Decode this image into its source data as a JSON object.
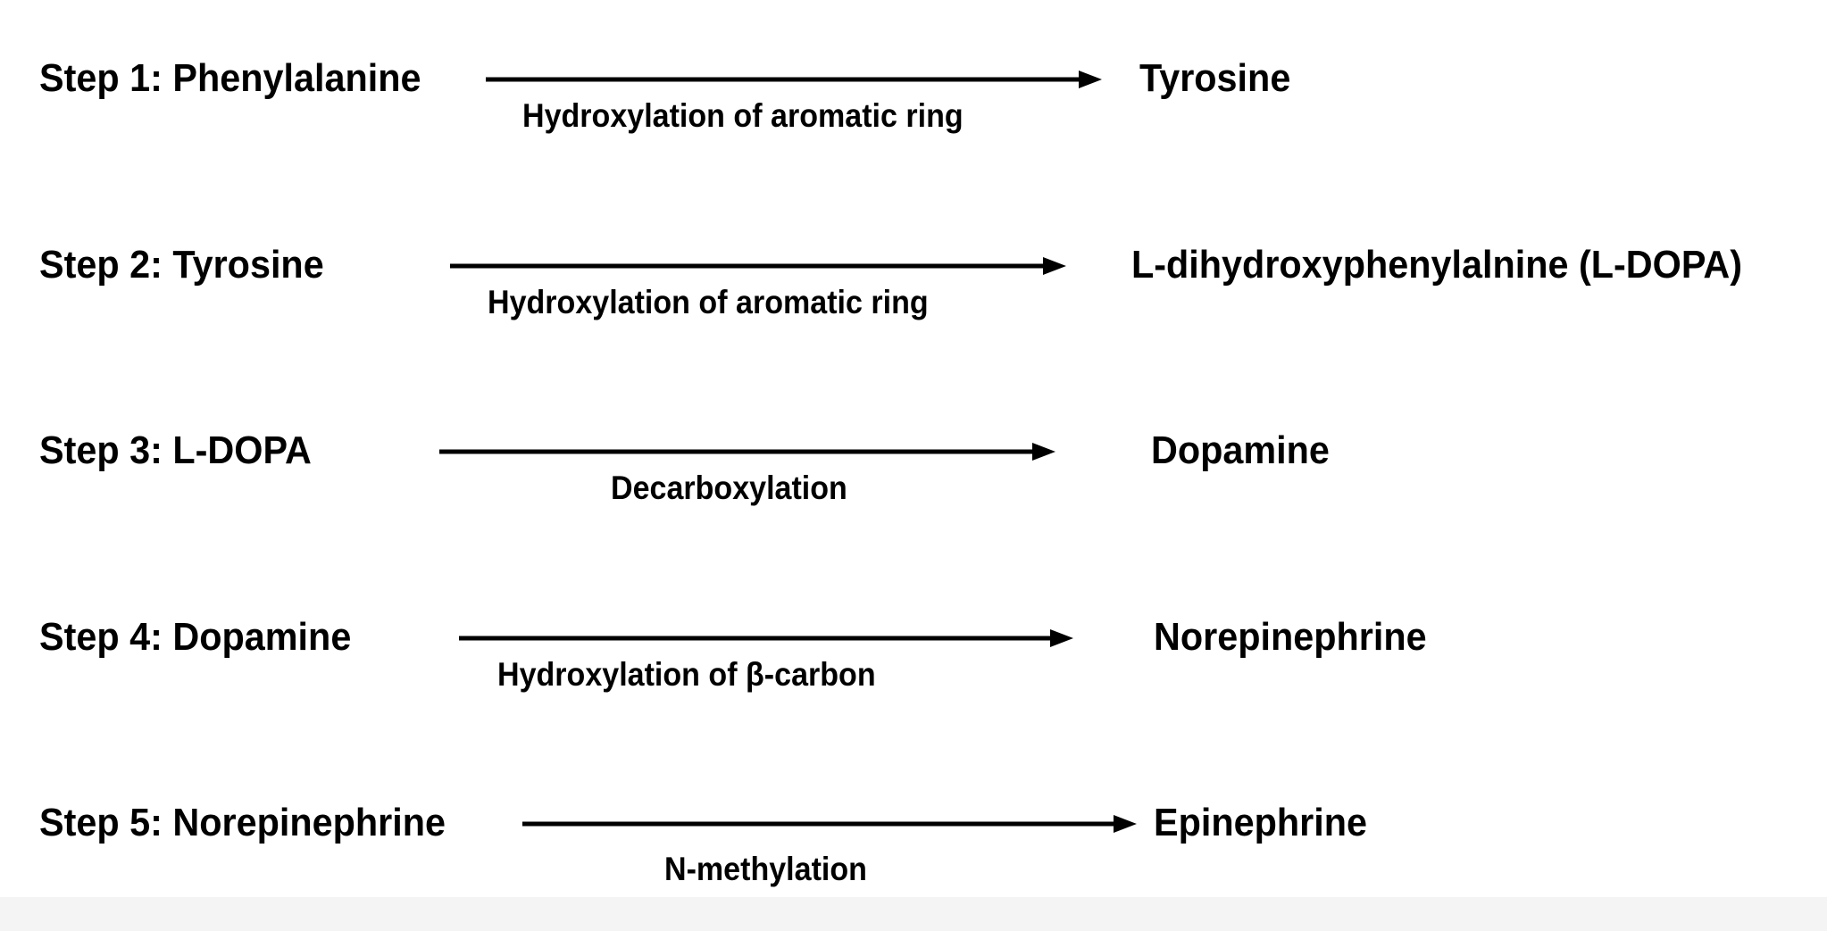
{
  "colors": {
    "text": "#000000",
    "arrow": "#000000",
    "background": "#ffffff"
  },
  "steps": [
    {
      "label": "Step 1: Phenylalanine",
      "reaction": "Hydroxylation of aromatic ring",
      "product": "Tyrosine"
    },
    {
      "label": "Step 2: Tyrosine",
      "reaction": "Hydroxylation of aromatic ring",
      "product": "L-dihydroxyphenylalnine (L-DOPA)"
    },
    {
      "label": "Step 3: L-DOPA",
      "reaction": "Decarboxylation",
      "product": "Dopamine"
    },
    {
      "label": "Step 4: Dopamine",
      "reaction": "Hydroxylation of β-carbon",
      "product": "Norepinephrine"
    },
    {
      "label": "Step 5: Norepinephrine",
      "reaction": "N-methylation",
      "product": "Epinephrine"
    }
  ]
}
